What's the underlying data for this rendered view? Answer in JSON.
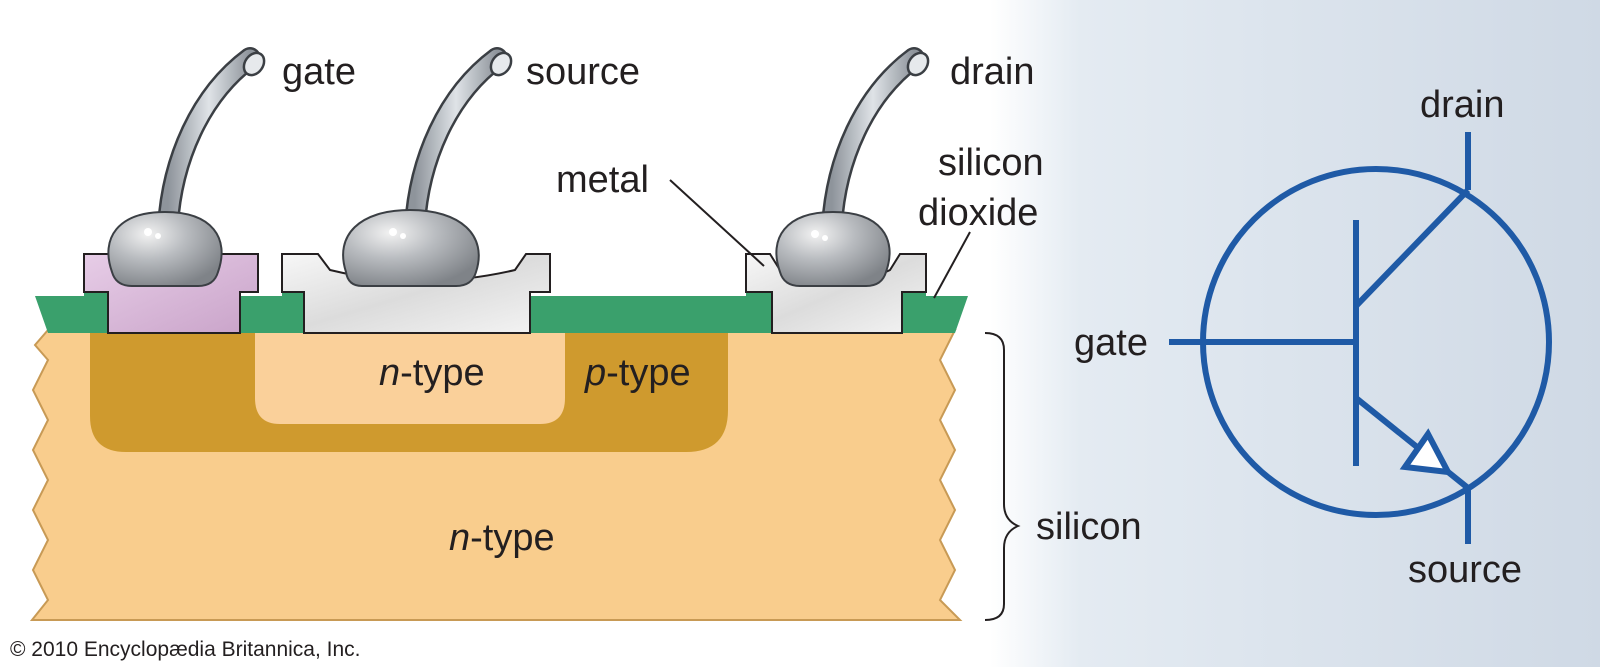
{
  "labels": {
    "gate": "gate",
    "source": "source",
    "drain": "drain",
    "metal": "metal",
    "silicon_dioxide_line1": "silicon",
    "silicon_dioxide_line2": "dioxide",
    "silicon": "silicon",
    "n_type_letter": "n",
    "p_type_letter": "p",
    "type_suffix": "-type"
  },
  "symbol": {
    "drain": "drain",
    "gate": "gate",
    "source": "source"
  },
  "copyright": "© 2010 Encyclopædia Britannica, Inc.",
  "colors": {
    "substrate": "#f9cd8d",
    "p_well": "#cf9a2e",
    "n_well": "#fad09a",
    "oxide": "#3aa06c",
    "gate_metal": "#d8b7d8",
    "contact_metal": "#ececec",
    "symbol_blue": "#1f5aa6",
    "wire": "#aab0b7"
  }
}
